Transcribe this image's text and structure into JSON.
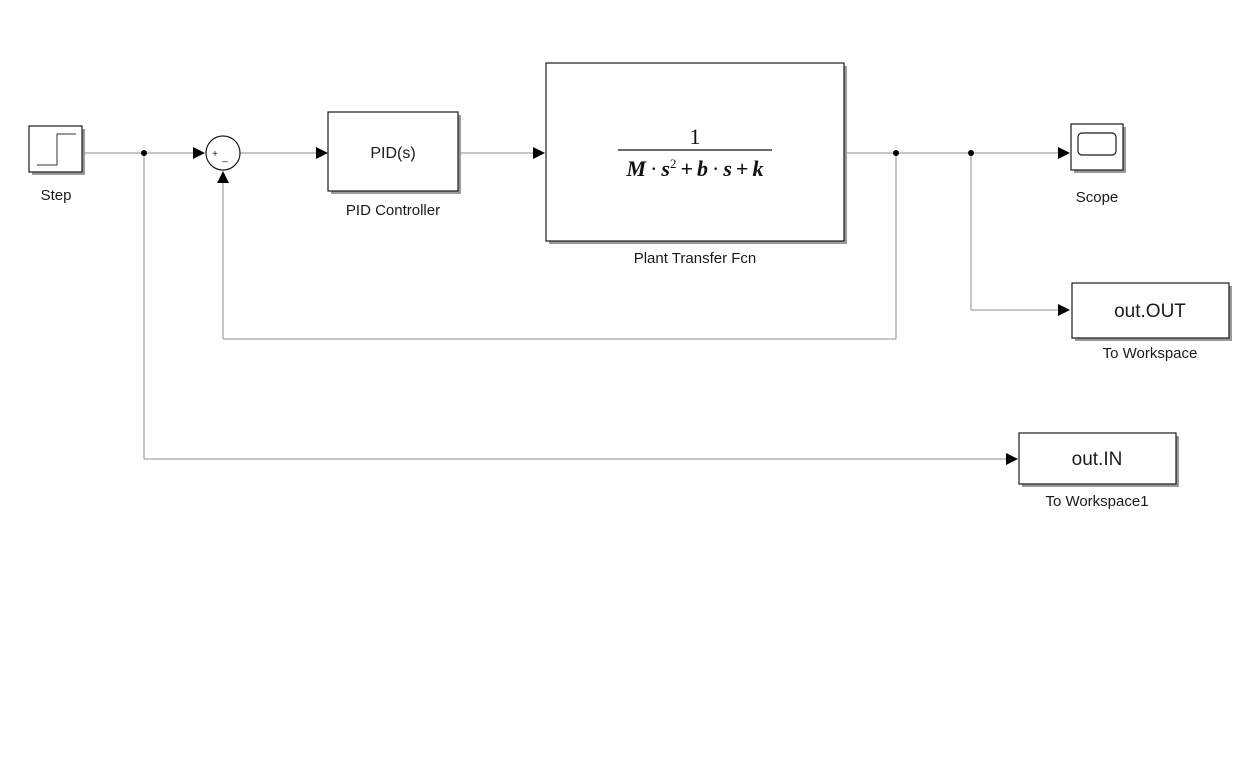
{
  "blocks": {
    "step": {
      "label": "Step"
    },
    "sum": {
      "plus": "+",
      "minus": "_"
    },
    "pid": {
      "text": "PID(s)",
      "label": "PID Controller"
    },
    "plant": {
      "numerator": "1",
      "den_M": "M",
      "den_dot1": "·",
      "den_s": "s",
      "den_exp": "2",
      "den_plus1": "+",
      "den_b": "b",
      "den_dot2": "·",
      "den_s2": "s",
      "den_plus2": "+",
      "den_k": "k",
      "label": "Plant Transfer Fcn"
    },
    "scope": {
      "label": "Scope"
    },
    "to_workspace": {
      "text": "out.OUT",
      "label": "To Workspace"
    },
    "to_workspace1": {
      "text": "out.IN",
      "label": "To Workspace1"
    }
  }
}
